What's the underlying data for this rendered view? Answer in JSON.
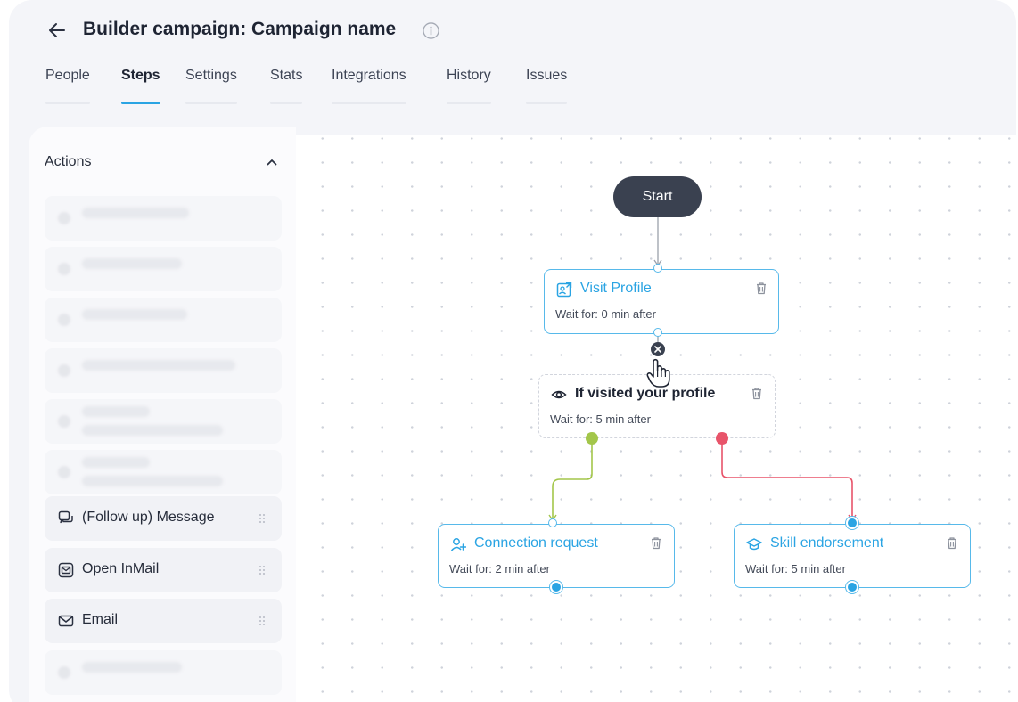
{
  "header": {
    "title": "Builder campaign: Campaign name",
    "back_icon": "arrow-left-icon",
    "info_icon": "info-icon"
  },
  "tabs": [
    {
      "label": "People",
      "active": false
    },
    {
      "label": "Steps",
      "active": true
    },
    {
      "label": "Settings",
      "active": false
    },
    {
      "label": "Stats",
      "active": false
    },
    {
      "label": "Integrations",
      "active": false
    },
    {
      "label": "History",
      "active": false
    },
    {
      "label": "Issues",
      "active": false
    }
  ],
  "sidebar": {
    "title": "Actions",
    "items": [
      {
        "label": "(Follow up) Message",
        "icon": "message-icon"
      },
      {
        "label": "Open InMail",
        "icon": "inmail-icon"
      },
      {
        "label": "Email",
        "icon": "email-icon"
      }
    ]
  },
  "flow": {
    "start_label": "Start",
    "nodes": [
      {
        "title": "Visit Profile",
        "wait": "Wait for: 0 min after",
        "icon": "visit-profile-icon",
        "kind": "action"
      },
      {
        "title": "If visited your profile",
        "wait": "Wait for: 5 min after",
        "icon": "eye-icon",
        "kind": "condition"
      },
      {
        "title": "Connection request",
        "wait": "Wait for: 2 min after",
        "icon": "add-user-icon",
        "kind": "action"
      },
      {
        "title": "Skill endorsement",
        "wait": "Wait for: 5 min after",
        "icon": "graduation-cap-icon",
        "kind": "action"
      }
    ]
  },
  "colors": {
    "accent": "#2aa4e3",
    "start_node": "#3a4150",
    "yes_branch": "#a3c64a",
    "no_branch": "#e8546a",
    "background": "#f4f5f9"
  }
}
